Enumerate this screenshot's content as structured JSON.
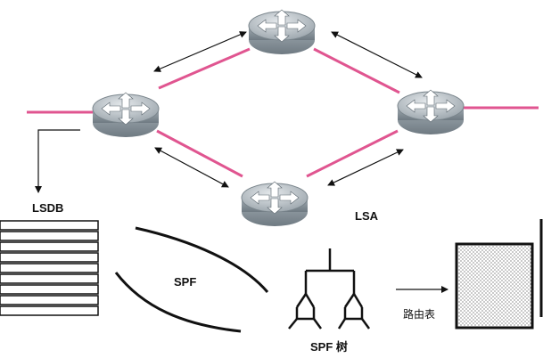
{
  "labels": {
    "lsdb": "LSDB",
    "lsa": "LSA",
    "spf": "SPF",
    "spf_tree": "SPF 树",
    "routing_table": "路由表"
  },
  "colors": {
    "link": "#e05590",
    "router_body": "#8f9aa2",
    "router_top": "#c9d0d5",
    "arrow": "#111111"
  },
  "icons": [
    "router-icon",
    "arrow-icon",
    "tree-icon"
  ]
}
